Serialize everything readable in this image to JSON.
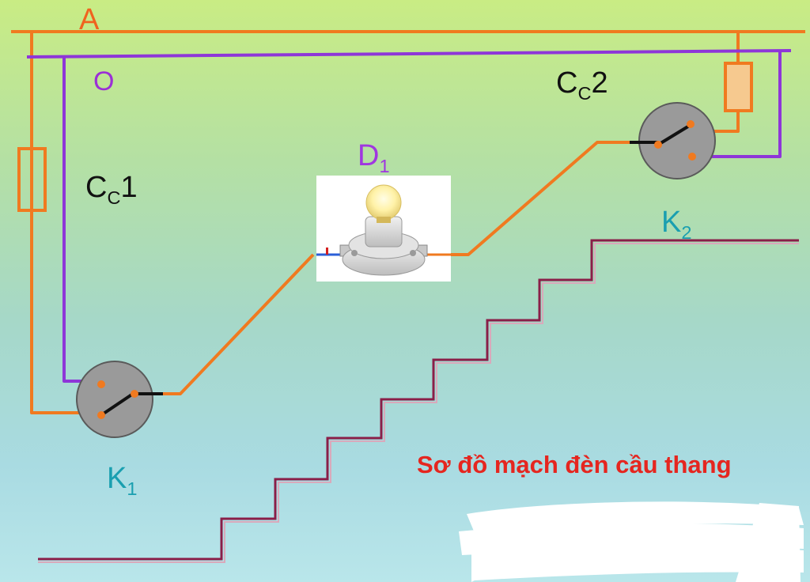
{
  "labels": {
    "line_a": "A",
    "neutral_o": "O",
    "fuse1_prefix": "C",
    "fuse1_sub": "C",
    "fuse1_suffix": "1",
    "fuse2_prefix": "C",
    "fuse2_sub": "C",
    "fuse2_suffix": "2",
    "lamp_main": "D",
    "lamp_sub": "1",
    "switch1_main": "K",
    "switch1_sub": "1",
    "switch2_main": "K",
    "switch2_sub": "2"
  },
  "caption": "Sơ đồ mạch đèn cầu thang",
  "colors": {
    "live_wire": "#f07a20",
    "neutral_wire": "#8e36d8",
    "switch_body": "#9a9a9a",
    "stairs": "#8a1e48",
    "caption": "#e5261f",
    "label_teal": "#1a9fb0",
    "label_purple": "#a036e0"
  },
  "components": {
    "fuses": [
      "fuse-icon",
      "fuse-icon"
    ],
    "switches": [
      "two-way-switch-icon",
      "two-way-switch-icon"
    ],
    "lamp": "light-bulb-icon"
  }
}
